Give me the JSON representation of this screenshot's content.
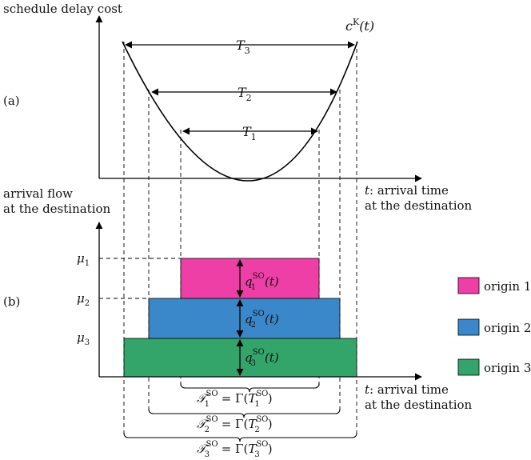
{
  "panel_a": {
    "panel_label": "(a)",
    "y_axis_label": "schedule delay cost",
    "curve_label": {
      "base": "c",
      "sup": "K",
      "arg": "(t)"
    },
    "x_axis_label": {
      "var": "t",
      "line1": ": arrival time",
      "line2": "at the destination"
    },
    "intervals": [
      {
        "base": "T",
        "sub": "3"
      },
      {
        "base": "T",
        "sub": "2"
      },
      {
        "base": "T",
        "sub": "1"
      }
    ]
  },
  "panel_b": {
    "panel_label": "(b)",
    "y_axis_label": {
      "line1": "arrival flow",
      "line2": "at the destination"
    },
    "x_axis_label": {
      "var": "t",
      "line1": ": arrival time",
      "line2": "at the destination"
    },
    "mu_labels": [
      {
        "base": "μ",
        "sub": "1"
      },
      {
        "base": "μ",
        "sub": "2"
      },
      {
        "base": "μ",
        "sub": "3"
      }
    ],
    "flow_labels": [
      {
        "base": "q",
        "sup": "SO",
        "sub": "1",
        "arg": "(t)"
      },
      {
        "base": "q",
        "sup": "SO",
        "sub": "2",
        "arg": "(t)"
      },
      {
        "base": "q",
        "sup": "SO",
        "sub": "3",
        "arg": "(t)"
      }
    ],
    "braces": [
      {
        "cal": "𝒯",
        "sub": "1",
        "sup": "SO",
        "eq": " = Γ(",
        "inner": "T",
        "isub": "1",
        "isup": "SO",
        "close": ")"
      },
      {
        "cal": "𝒯",
        "sub": "2",
        "sup": "SO",
        "eq": " = Γ(",
        "inner": "T",
        "isub": "2",
        "isup": "SO",
        "close": ")"
      },
      {
        "cal": "𝒯",
        "sub": "3",
        "sup": "SO",
        "eq": " = Γ(",
        "inner": "T",
        "isub": "3",
        "isup": "SO",
        "close": ")"
      }
    ]
  },
  "legend": [
    {
      "label": "origin 1",
      "color": "#ee3fa6"
    },
    {
      "label": "origin 2",
      "color": "#3a88c9"
    },
    {
      "label": "origin 3",
      "color": "#33a56b"
    }
  ]
}
